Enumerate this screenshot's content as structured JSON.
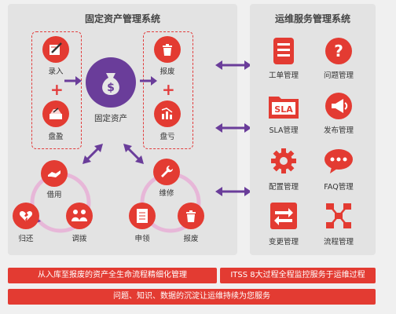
{
  "left_panel": {
    "title": "固定资产管理系统",
    "center_label": "固定资产",
    "items": {
      "ruku": "录入",
      "panying": "盘盈",
      "baofei": "报废",
      "pankui": "盘亏",
      "jieyong": "借用",
      "guihuan": "归还",
      "diaobo": "调拨",
      "weixiu": "维修",
      "shenling": "申领",
      "baofei2": "报废"
    }
  },
  "right_panel": {
    "title": "运维服务管理系统",
    "items": [
      {
        "label": "工单管理",
        "icon": "document-list-icon"
      },
      {
        "label": "问题管理",
        "icon": "question-mark-icon"
      },
      {
        "label": "SLA管理",
        "icon": "sla-folder-icon"
      },
      {
        "label": "发布管理",
        "icon": "megaphone-icon"
      },
      {
        "label": "配置管理",
        "icon": "gear-icon"
      },
      {
        "label": "FAQ管理",
        "icon": "chat-bubble-icon"
      },
      {
        "label": "变更管理",
        "icon": "swap-arrows-icon"
      },
      {
        "label": "流程管理",
        "icon": "flowchart-icon"
      }
    ],
    "sla_text": "SLA"
  },
  "bottom": {
    "bar1": "从入库至报废的资产全生命流程精细化管理",
    "bar2": "ITSS 8大过程全程监控服务于运维过程",
    "bar3": "问题、知识、数据的沉淀让运维持续为您服务"
  },
  "colors": {
    "accent": "#e33b32",
    "arrow": "#6a3d9a",
    "panel": "#e3e3e3"
  }
}
